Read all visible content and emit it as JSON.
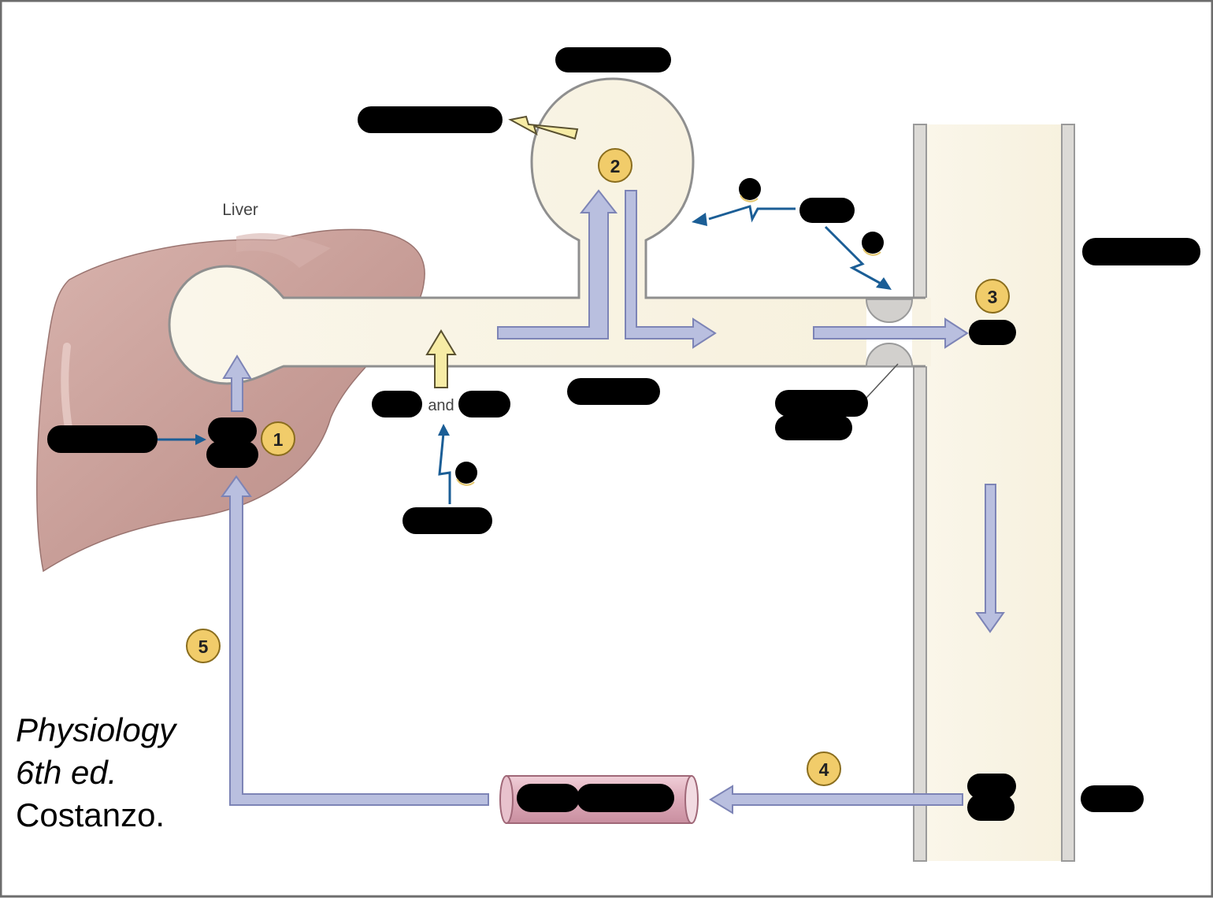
{
  "labels": {
    "liver": "Liver",
    "and": "and"
  },
  "steps": [
    "1",
    "2",
    "3",
    "4",
    "5"
  ],
  "caption": {
    "line1": "Physiology",
    "line2": "6th ed.",
    "line3": "Costanzo."
  },
  "colors": {
    "liver": "#c9a09b",
    "duct_fill": "#faf6ea",
    "outline": "#8f8f8f",
    "flow_arrow": "#b9bfdf",
    "stimulus_arrow": "#f7eca5",
    "signal_arrow": "#1b5e96",
    "step_badge": "#f1cc6a",
    "portal_vessel": "#e2b6c3",
    "redaction": "#000000"
  }
}
